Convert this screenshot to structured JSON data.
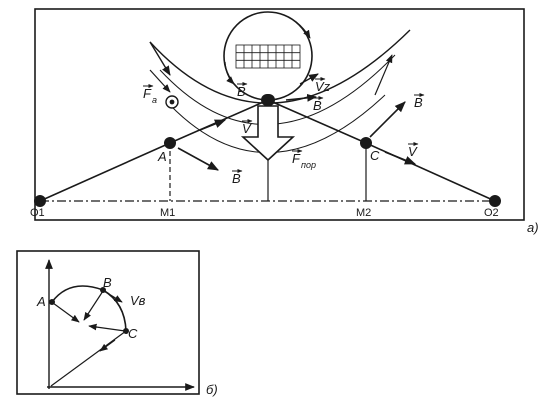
{
  "panel_a": {
    "points": {
      "O1": "O1",
      "O2": "O2",
      "M1": "M1",
      "M2": "M2",
      "A": "A",
      "C": "C"
    },
    "vectors": {
      "V": "V",
      "B": "B",
      "Vz": "Vz"
    },
    "forces": {
      "Fa": "F",
      "Fa_sub": "a",
      "Fpor": "F",
      "Fpor_sub": "пор"
    },
    "caption": "а)"
  },
  "panel_b": {
    "points": {
      "A": "A",
      "B": "B",
      "C": "C"
    },
    "Vv": "Vв",
    "caption": "б)"
  },
  "colors": {
    "ink": "#1a1a1a",
    "background": "#ffffff"
  }
}
